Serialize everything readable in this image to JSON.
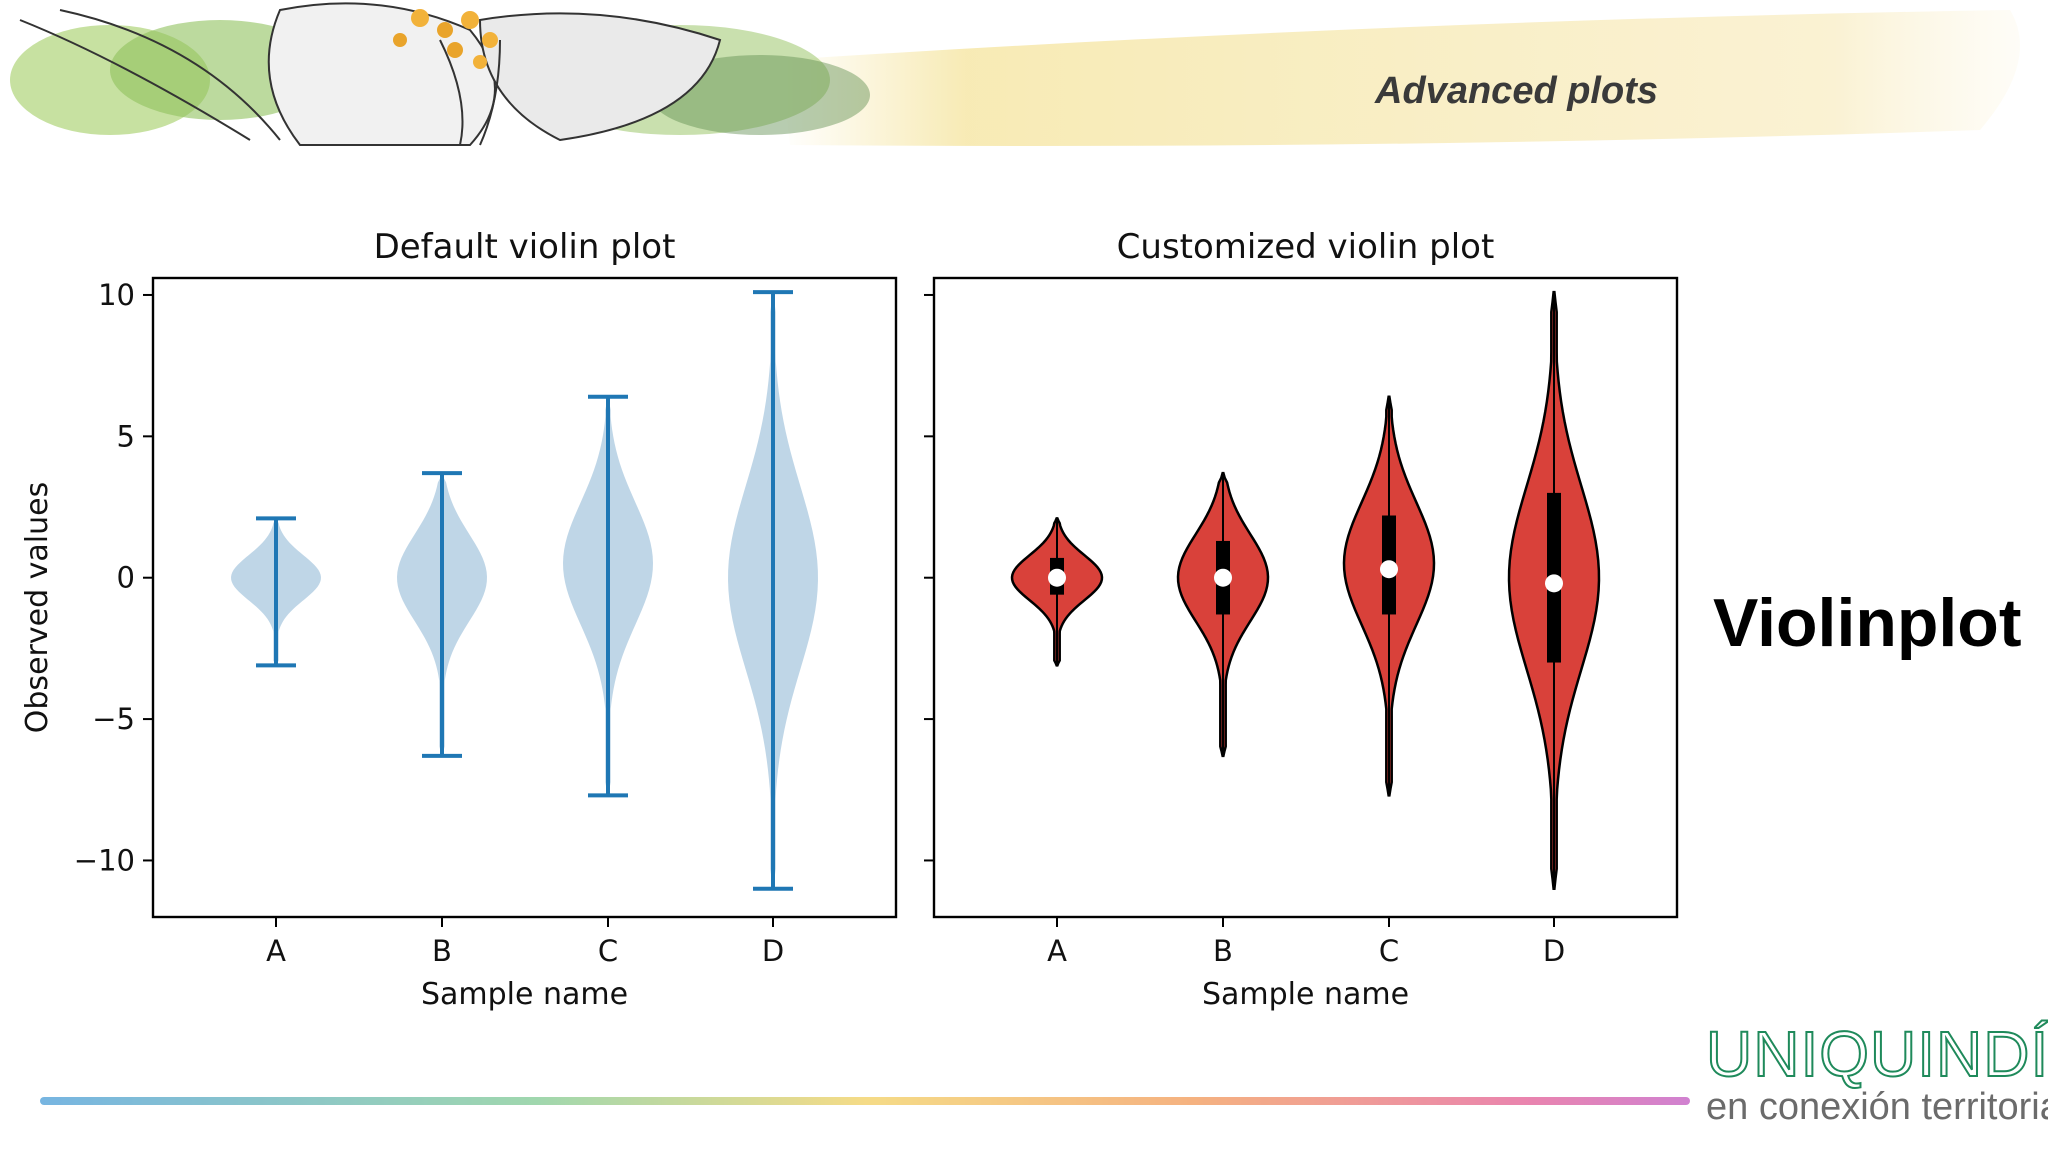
{
  "header": {
    "title": "Advanced plots"
  },
  "side_label": "Violinplot",
  "logo": {
    "name": "UNIQUINDÍO",
    "tagline": "en conexión territorial"
  },
  "colors": {
    "default_fill": "#bcd4e6",
    "default_line": "#1f77b4",
    "custom_fill": "#d9413a",
    "edge": "#000000",
    "median_marker": "#ffffff"
  },
  "chart_data": [
    {
      "type": "violin",
      "title": "Default violin plot",
      "xlabel": "Sample name",
      "ylabel": "Observed values",
      "categories": [
        "A",
        "B",
        "C",
        "D"
      ],
      "ylim": [
        -12,
        10.6
      ],
      "yticks": [
        10,
        5,
        0,
        -5,
        -10
      ],
      "ytick_labels": [
        "10",
        "5",
        "0",
        "−5",
        "−10"
      ],
      "grid": false,
      "style": "default",
      "series": [
        {
          "min": -3.1,
          "max": 2.1,
          "width": 1.0,
          "peak": 0.0
        },
        {
          "min": -6.3,
          "max": 3.7,
          "width": 1.0,
          "peak": 0.0
        },
        {
          "min": -7.7,
          "max": 6.4,
          "width": 1.0,
          "peak": 0.5
        },
        {
          "min": -11.0,
          "max": 10.1,
          "width": 1.0,
          "peak": 0.0
        }
      ]
    },
    {
      "type": "violin",
      "title": "Customized violin plot",
      "xlabel": "Sample name",
      "ylabel": "",
      "categories": [
        "A",
        "B",
        "C",
        "D"
      ],
      "ylim": [
        -12,
        10.6
      ],
      "yticks": [
        10,
        5,
        0,
        -5,
        -10
      ],
      "ytick_labels": [
        "",
        "",
        "",
        "",
        ""
      ],
      "grid": false,
      "style": "custom",
      "series": [
        {
          "min": -3.1,
          "max": 2.1,
          "q1": -0.6,
          "median": 0.0,
          "q3": 0.7,
          "width": 1.0,
          "peak": 0.0
        },
        {
          "min": -6.3,
          "max": 3.7,
          "q1": -1.3,
          "median": 0.0,
          "q3": 1.3,
          "width": 1.0,
          "peak": 0.0
        },
        {
          "min": -7.7,
          "max": 6.4,
          "q1": -1.3,
          "median": 0.3,
          "q3": 2.2,
          "width": 1.0,
          "peak": 0.5
        },
        {
          "min": -11.0,
          "max": 10.1,
          "q1": -3.0,
          "median": -0.2,
          "q3": 3.0,
          "width": 1.0,
          "peak": 0.0
        }
      ]
    }
  ]
}
